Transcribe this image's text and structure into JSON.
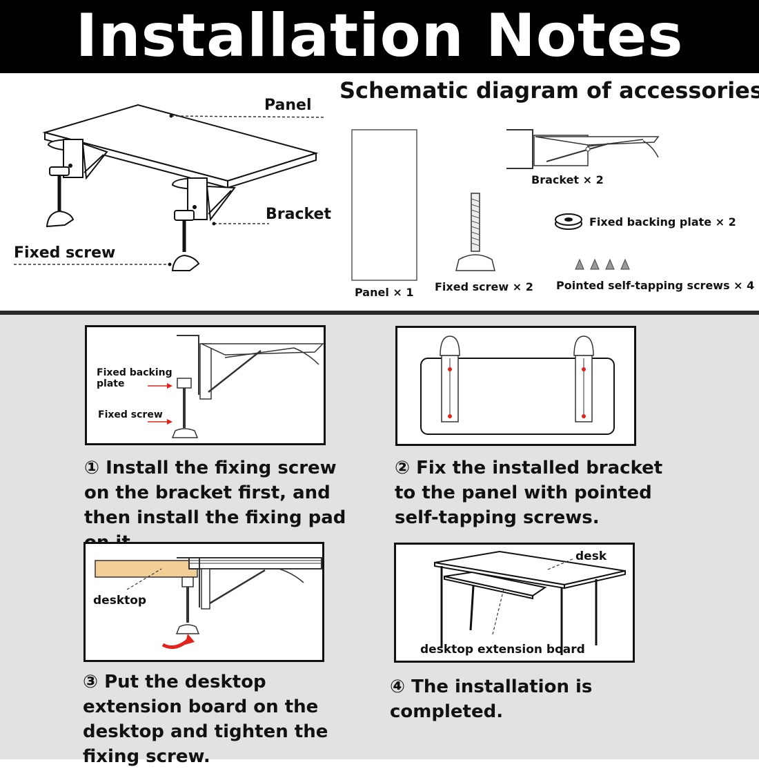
{
  "header": {
    "title": "Installation Notes"
  },
  "overview": {
    "heading": "Schematic diagram of accessories",
    "callouts": {
      "panel": "Panel",
      "bracket": "Bracket",
      "fixed_screw": "Fixed screw"
    },
    "accessories": [
      {
        "label": "Panel × 1",
        "icon": "panel-icon"
      },
      {
        "label": "Fixed screw × 2",
        "icon": "screw-icon"
      },
      {
        "label": "Bracket × 2",
        "icon": "bracket-icon"
      },
      {
        "label": "Fixed backing plate × 2",
        "icon": "backing-plate-icon"
      },
      {
        "label": "Pointed self-tapping screws × 4",
        "icon": "self-tapping-screws-icon"
      }
    ]
  },
  "steps": [
    {
      "number": "①",
      "text": "Install the fixing screw on the bracket first, and then install the fixing pad on it.",
      "labels": [
        "Fixed backing",
        "plate",
        "Fixed screw"
      ]
    },
    {
      "number": "②",
      "text": "Fix the installed bracket to the panel with pointed self-tapping screws.",
      "labels": []
    },
    {
      "number": "③",
      "text": "Put the desktop extension board on the desktop and tighten the fixing screw.",
      "labels": [
        "desktop"
      ]
    },
    {
      "number": "④",
      "text": "The installation is completed.",
      "labels": [
        "desk",
        "desktop extension board"
      ]
    }
  ],
  "colors": {
    "header_bg": "#000000",
    "bottom_bg": "#e2e2e2",
    "arrow_red": "#e3231b",
    "wood": "#f2cf96"
  }
}
